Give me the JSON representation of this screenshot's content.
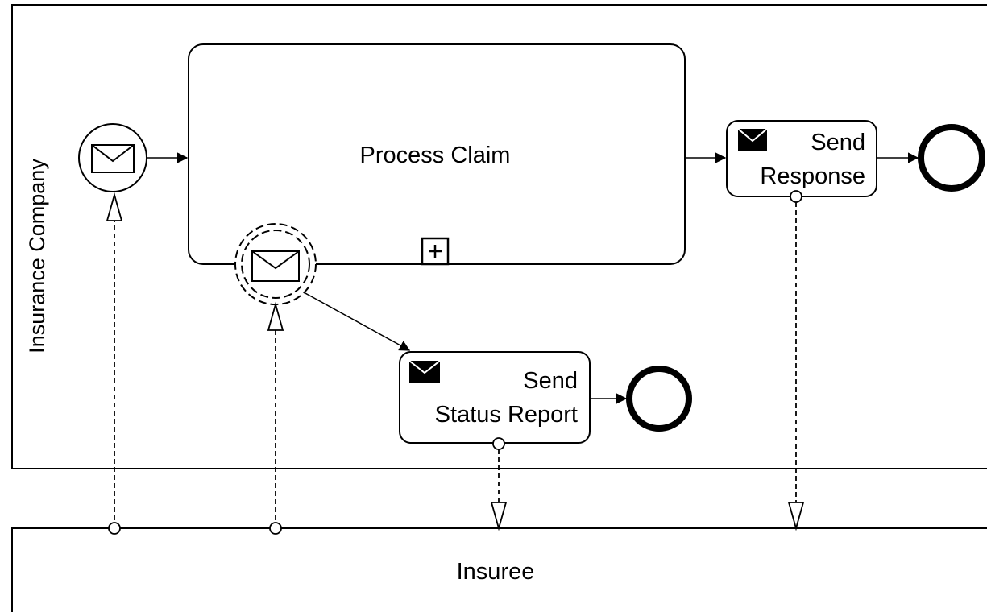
{
  "pools": {
    "company": {
      "label": "Insurance Company"
    },
    "insuree": {
      "label": "Insuree"
    }
  },
  "tasks": {
    "process_claim": {
      "label": "Process Claim"
    },
    "send_response": {
      "line1": "Send",
      "line2": "Response"
    },
    "send_status": {
      "line1": "Send",
      "line2": "Status Report"
    }
  },
  "colors": {
    "stroke": "#000000",
    "background": "#ffffff"
  },
  "icons": {
    "message_start": "envelope-icon",
    "message_boundary": "envelope-icon",
    "send_task": "filled-envelope-icon",
    "subprocess_marker": "plus-box-icon",
    "end_event": "end-event-circle"
  }
}
